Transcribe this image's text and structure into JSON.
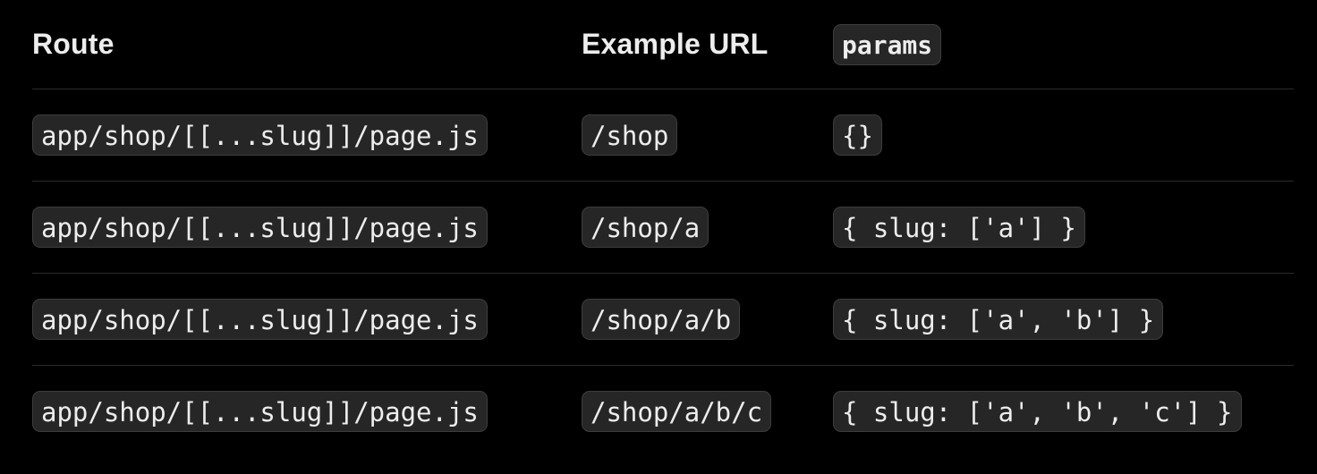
{
  "table": {
    "headers": {
      "route": "Route",
      "example_url": "Example URL",
      "params": "params"
    },
    "rows": [
      {
        "route": "app/shop/[[...slug]]/page.js",
        "url": "/shop",
        "params": "{}"
      },
      {
        "route": "app/shop/[[...slug]]/page.js",
        "url": "/shop/a",
        "params": "{ slug: ['a'] }"
      },
      {
        "route": "app/shop/[[...slug]]/page.js",
        "url": "/shop/a/b",
        "params": "{ slug: ['a', 'b'] }"
      },
      {
        "route": "app/shop/[[...slug]]/page.js",
        "url": "/shop/a/b/c",
        "params": "{ slug: ['a', 'b', 'c'] }"
      }
    ]
  }
}
